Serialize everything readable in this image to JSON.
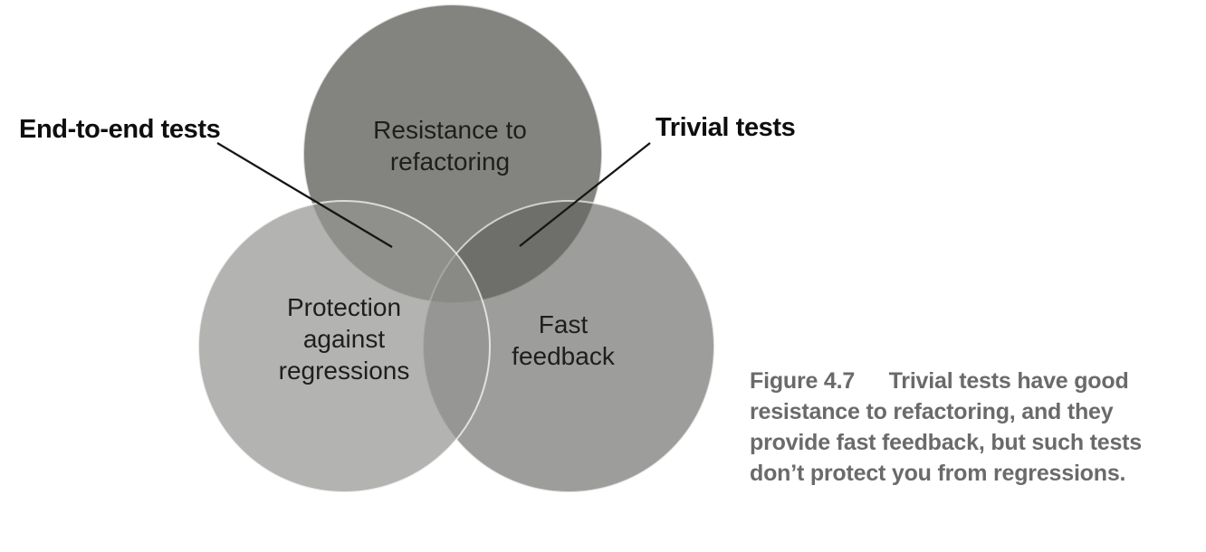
{
  "figure": {
    "kind": "venn-diagram",
    "background": "#ffffff",
    "circle_stroke": "#ffffff",
    "circles": [
      {
        "id": "resistance-to-refactoring",
        "label_lines": [
          "Resistance to",
          "refactoring"
        ],
        "fill": "#838380",
        "rendered_color_over_white": "#838380"
      },
      {
        "id": "fast-feedback",
        "label_lines": [
          "Fast",
          "feedback"
        ],
        "fill": "#61615e",
        "rendered_color_over_white": "#9c9c99"
      },
      {
        "id": "protection-against-regressions",
        "label_lines": [
          "Protection",
          "against",
          "regressions"
        ],
        "fill": "#949491",
        "rendered_color_over_white": "#b3b3b0"
      }
    ],
    "callouts": [
      {
        "label": "End-to-end tests",
        "points_to": "overlap of Resistance to refactoring and Protection against regressions"
      },
      {
        "label": "Trivial tests",
        "points_to": "overlap of Resistance to refactoring and Fast feedback"
      }
    ],
    "caption": {
      "figure_label": "Figure 4.7",
      "line1": "Trivial tests have good",
      "line2": "resistance to refactoring, and they",
      "line3": "provide fast feedback, but such tests",
      "line4": "don’t protect you from regressions.",
      "color": "#6a6a6a"
    }
  }
}
